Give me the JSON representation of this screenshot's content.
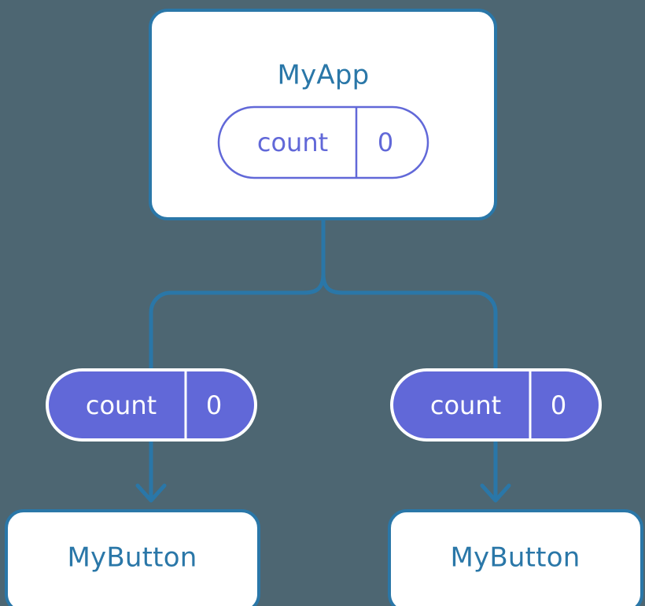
{
  "diagram": {
    "type": "component-tree",
    "description": "React component tree showing MyApp parent passing count state down to two MyButton children",
    "background_color": "#4d6672",
    "accent_color": "#2a77a8",
    "state_color": "#6168d8",
    "surface_color": "#ffffff"
  },
  "root": {
    "name": "root-component",
    "title": "MyApp",
    "state": {
      "key": "count",
      "value": "0"
    }
  },
  "props": [
    {
      "name": "prop-left",
      "key": "count",
      "value": "0"
    },
    {
      "name": "prop-right",
      "key": "count",
      "value": "0"
    }
  ],
  "children": [
    {
      "name": "child-left",
      "title": "MyButton"
    },
    {
      "name": "child-right",
      "title": "MyButton"
    }
  ],
  "connectors": {
    "trunk": "vertical-line-from-root",
    "fork": "branching-fork",
    "arrow_left": "arrow-down",
    "arrow_right": "arrow-down"
  }
}
